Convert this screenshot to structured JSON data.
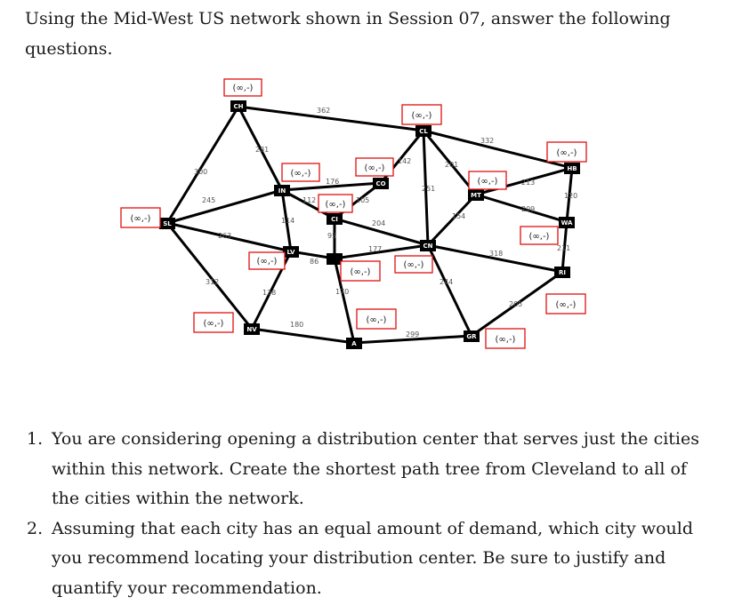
{
  "intro": "Using the Mid-West US network shown in Session 07, answer the following questions.",
  "network": {
    "nodes": [
      {
        "id": "CH",
        "label": "CH"
      },
      {
        "id": "SL",
        "label": "SL"
      },
      {
        "id": "IN",
        "label": "IN"
      },
      {
        "id": "LV",
        "label": "LV"
      },
      {
        "id": "NV",
        "label": "NV"
      },
      {
        "id": "CO",
        "label": "CO"
      },
      {
        "id": "CI",
        "label": "CI"
      },
      {
        "id": "KY",
        "label": ""
      },
      {
        "id": "KN",
        "label": "A"
      },
      {
        "id": "CL",
        "label": "CL"
      },
      {
        "id": "CN",
        "label": "CN"
      },
      {
        "id": "MT",
        "label": "MT"
      },
      {
        "id": "HB",
        "label": "HB"
      },
      {
        "id": "WA",
        "label": "WA"
      },
      {
        "id": "RI",
        "label": "RI"
      },
      {
        "id": "GR",
        "label": "GR"
      }
    ],
    "edge_weights": [
      "362",
      "332",
      "142",
      "201",
      "251",
      "213",
      "120",
      "209",
      "211",
      "318",
      "205",
      "154",
      "244",
      "299",
      "300",
      "281",
      "245",
      "263",
      "312",
      "176",
      "112",
      "114",
      "95",
      "105",
      "204",
      "177",
      "86",
      "170",
      "180",
      "138"
    ],
    "distance_label": "(∞,-)"
  },
  "questions": [
    {
      "num": "1.",
      "text": "You are considering opening a distribution center that serves just the cities within this network. Create the shortest path tree from Cleveland to all of the cities within the network."
    },
    {
      "num": "2.",
      "text": "Assuming that each city has an equal amount of demand, which city would you recommend locating your distribution center. Be sure to justify and quantify your recommendation."
    }
  ],
  "colors": {
    "label_box_border": "#e01010",
    "node_fill": "#000000",
    "edge": "#000000"
  }
}
